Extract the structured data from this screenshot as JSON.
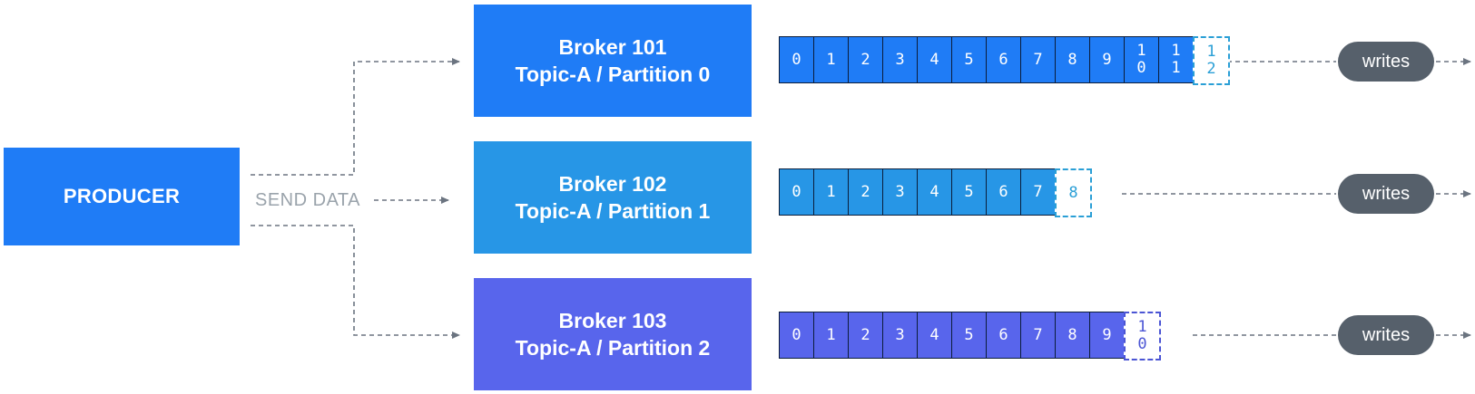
{
  "producer": {
    "label": "PRODUCER"
  },
  "send_label": "SEND DATA",
  "brokers": [
    {
      "line1": "Broker 101",
      "line2": "Topic-A / Partition 0"
    },
    {
      "line1": "Broker 102",
      "line2": "Topic-A / Partition 1"
    },
    {
      "line1": "Broker 103",
      "line2": "Topic-A / Partition 2"
    }
  ],
  "partitions": [
    {
      "offsets": [
        "0",
        "1",
        "2",
        "3",
        "4",
        "5",
        "6",
        "7",
        "8",
        "9",
        "1\n0",
        "1\n1"
      ],
      "next_offset": "1\n2"
    },
    {
      "offsets": [
        "0",
        "1",
        "2",
        "3",
        "4",
        "5",
        "6",
        "7"
      ],
      "next_offset": "8"
    },
    {
      "offsets": [
        "0",
        "1",
        "2",
        "3",
        "4",
        "5",
        "6",
        "7",
        "8",
        "9"
      ],
      "next_offset": "1\n0"
    }
  ],
  "writes_label": "writes",
  "colors": {
    "broker_0": "#1f7cf6",
    "broker_1": "#2796e6",
    "broker_2": "#5865ec",
    "writes_pill": "#56606b",
    "connector": "#6b7480"
  },
  "icons": {
    "arrowhead": "arrow-right-icon"
  }
}
